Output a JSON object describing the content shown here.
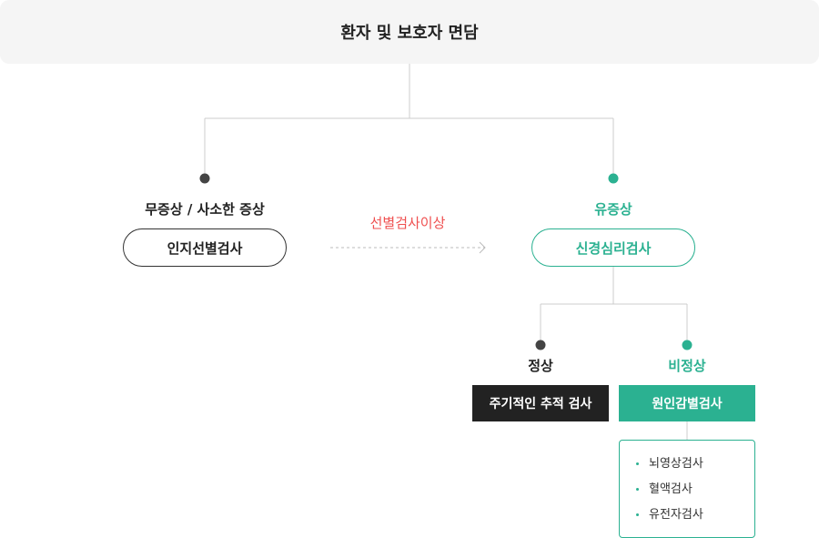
{
  "colors": {
    "teal": "#2bb191",
    "dark": "#222222",
    "red": "#ef4f4f",
    "line": "#cccccc",
    "top_bg": "#f5f5f5"
  },
  "top": {
    "title": "환자 및 보호자 면담"
  },
  "left_branch": {
    "label": "무증상 / 사소한 증상",
    "test": "인지선별검사"
  },
  "arrow": {
    "label": "선별검사이상"
  },
  "right_branch": {
    "label": "유증상",
    "test": "신경심리검사"
  },
  "normal_branch": {
    "label": "정상",
    "action": "주기적인 추적 검사"
  },
  "abnormal_branch": {
    "label": "비정상",
    "action": "원인감별검사",
    "details": [
      "뇌영상검사",
      "혈액검사",
      "유전자검사"
    ]
  }
}
